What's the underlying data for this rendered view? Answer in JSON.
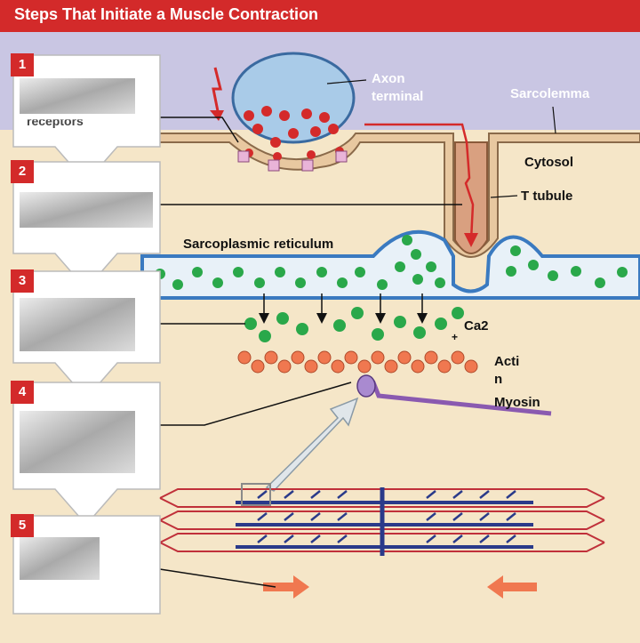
{
  "title": "Steps That Initiate a Muscle Contraction",
  "steps": [
    {
      "number": "1"
    },
    {
      "number": "2"
    },
    {
      "number": "3"
    },
    {
      "number": "4"
    },
    {
      "number": "5"
    }
  ],
  "labels": {
    "axon_terminal_line1": "Axon",
    "axon_terminal_line2": "terminal",
    "sarcolemma": "Sarcolemma",
    "cytosol": "Cytosol",
    "t_tubule": "T tubule",
    "sarcoplasmic_reticulum": "Sarcoplasmic reticulum",
    "ca2": "Ca2",
    "ca_plus": "+",
    "actin_line1": "Acti",
    "actin_line2": "n",
    "myosin": "Myosin",
    "receptor_fragment": "receptors"
  },
  "colors": {
    "header": "#d32a2a",
    "background": "#f5e6c8",
    "membrane": "#7fb3d8",
    "membrane_top": "#c9c0e0",
    "calcium": "#2aa84a",
    "actin": "#f07850",
    "myosin": "#8a5ab0",
    "filament_thick": "#2a3a8a",
    "filament_thin": "#c0303a"
  }
}
